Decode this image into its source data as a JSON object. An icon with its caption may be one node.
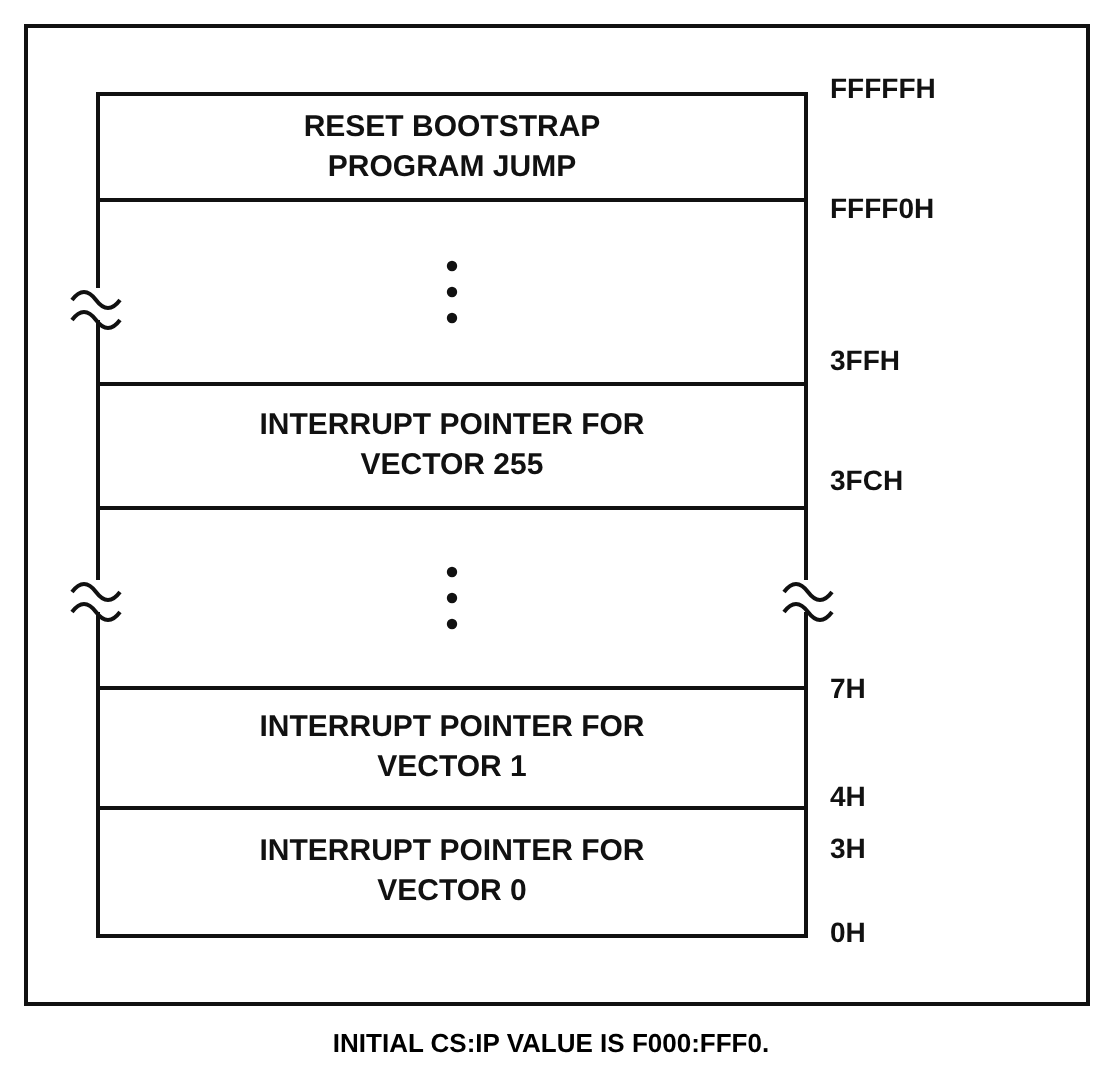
{
  "diagram": {
    "caption": "INITIAL CS:IP VALUE IS F000:FFF0.",
    "nodes": [
      {
        "text": [
          "RESET BOOTSTRAP PROGRAM JUMP"
        ]
      },
      {
        "text": [],
        "shape": "box"
      },
      {
        "text": [
          "INTERRUPT POINTER FOR VECTOR 255"
        ]
      },
      {
        "text": [],
        "shape": "box"
      },
      {
        "text": [
          "INTERRUPT POINTER FOR VECTOR 1"
        ]
      },
      {
        "text": [
          "INTERRUPT POINTER FOR VECTOR 0"
        ]
      }
    ],
    "labels": [
      "FFFFFH",
      "FFFF0H",
      "3FFH",
      "3FCH",
      "7H",
      "4H",
      "3H",
      "0H"
    ]
  }
}
